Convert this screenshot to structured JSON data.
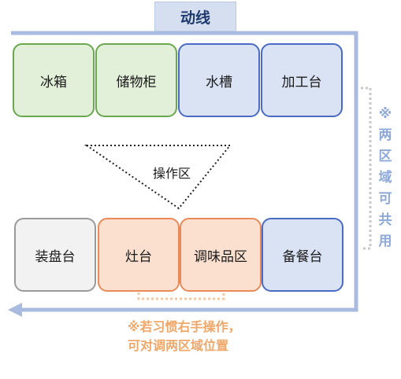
{
  "title": "动线",
  "top_row": [
    {
      "label": "冰箱",
      "color": "#e2efd9"
    },
    {
      "label": "储物柜",
      "color": "#e2efd9"
    },
    {
      "label": "水槽",
      "color": "#dae3f3"
    },
    {
      "label": "加工台",
      "color": "#dae3f3"
    }
  ],
  "bottom_row": [
    {
      "label": "装盘台",
      "color": "#f2f2f2"
    },
    {
      "label": "灶台",
      "color": "#fbe0d0"
    },
    {
      "label": "调味品区",
      "color": "#fbe0d0"
    },
    {
      "label": "备餐台",
      "color": "#dae3f3"
    }
  ],
  "operation_zone": "操作区",
  "note_right": "※两区域可共用",
  "note_bottom": "※若习惯右手操作，可对调两区域位置",
  "colors": {
    "flow_line": "#a9bce0",
    "note_right": "#8ea9d8",
    "note_bottom": "#f0a76a"
  }
}
